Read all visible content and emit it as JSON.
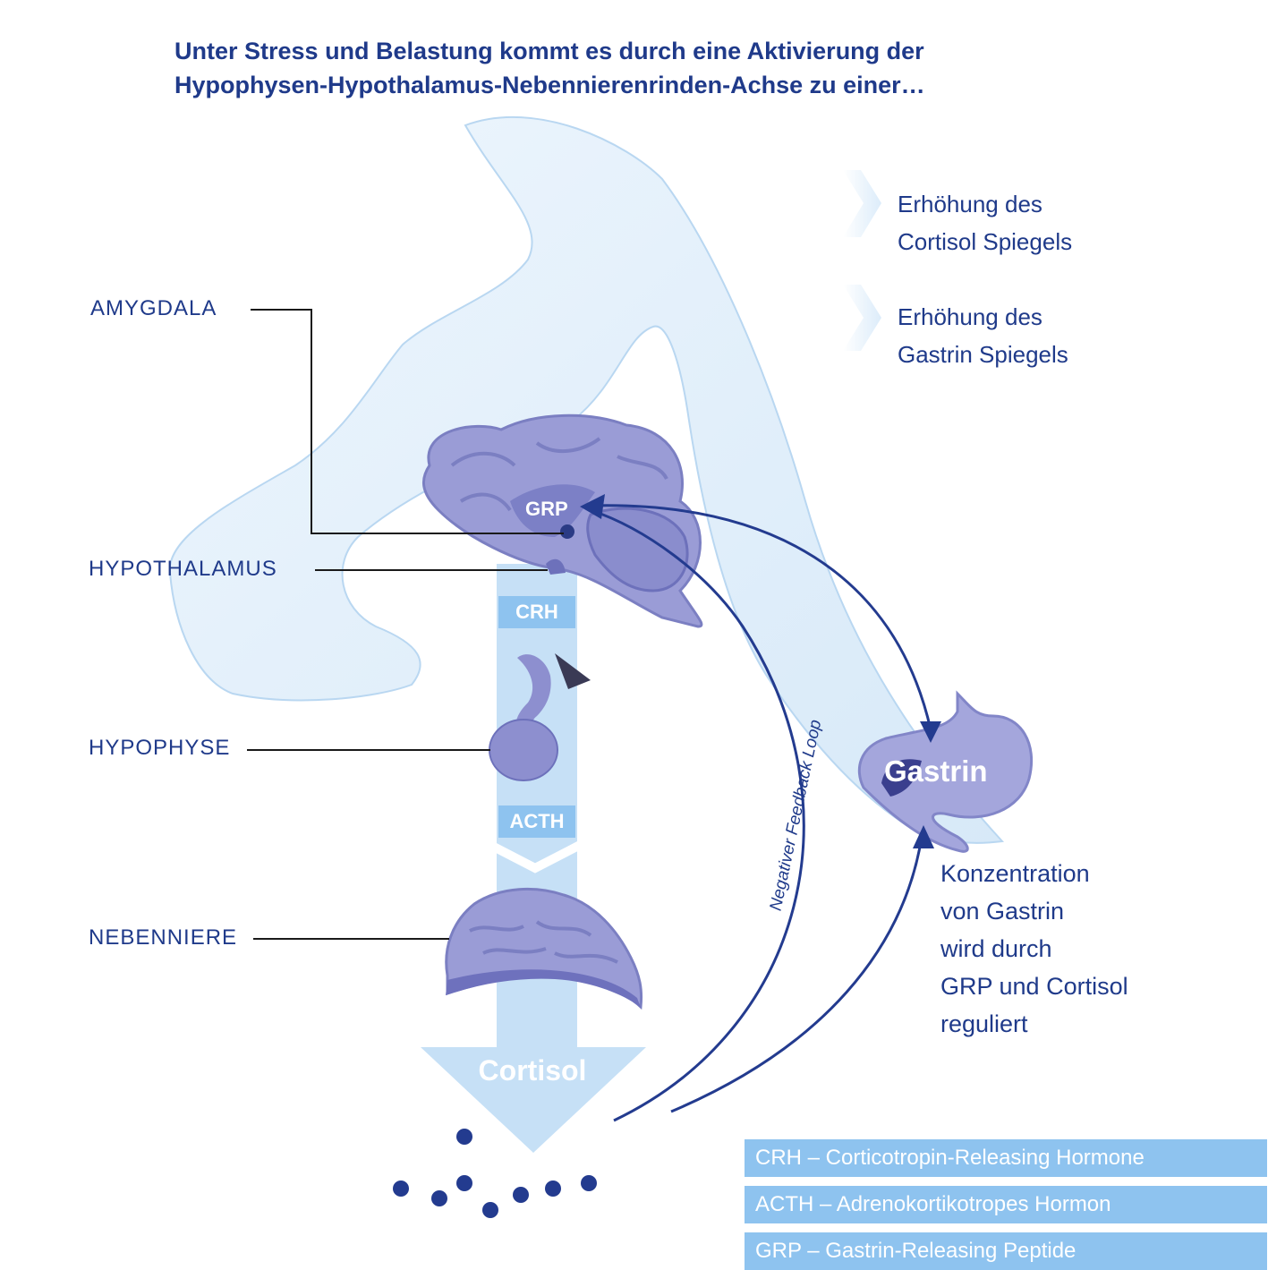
{
  "title": {
    "line1": "Unter Stress und Belastung kommt es durch eine Aktivierung der",
    "line2": "Hypophysen-Hypothalamus-Nebennierenrinden-Achse zu einer…"
  },
  "anatomy_labels": {
    "amygdala": "AMYGDALA",
    "hypothalamus": "HYPOTHALAMUS",
    "hypophyse": "HYPOPHYSE",
    "nebenniere": "NEBENNIERE"
  },
  "axis_labels": {
    "grp": "GRP",
    "crh": "CRH",
    "acth": "ACTH",
    "cortisol": "Cortisol",
    "gastrin": "Gastrin",
    "feedback": "Negativer Feedback Loop"
  },
  "effects": [
    {
      "line1": "Erhöhung des",
      "line2": "Cortisol Spiegels"
    },
    {
      "line1": "Erhöhung des",
      "line2": "Gastrin Spiegels"
    }
  ],
  "regulation_note": [
    "Konzentration",
    "von Gastrin",
    "wird durch",
    "GRP und Cortisol",
    "reguliert"
  ],
  "legend": [
    "CRH – Corticotropin-Releasing Hormone",
    "ACTH – Adrenokortikotropes Hormon",
    "GRP – Gastrin-Releasing Peptide"
  ],
  "colors": {
    "dark_blue": "#1f3a8a",
    "light_blue": "#8ec3ef",
    "organ_purple": "#8d8fcf",
    "silhouette": "#dcecfa"
  }
}
